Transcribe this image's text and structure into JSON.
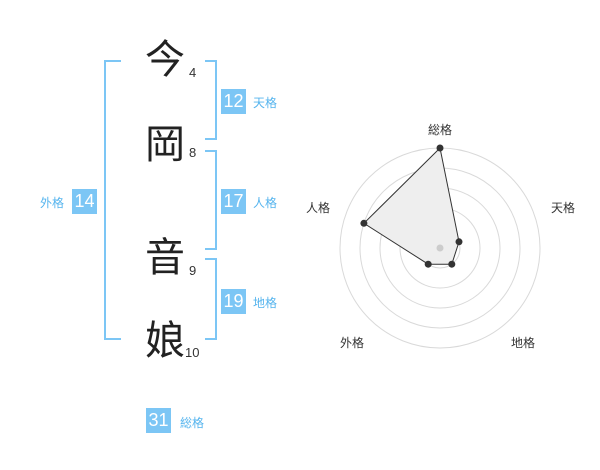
{
  "characters": [
    {
      "char": "今",
      "strokes": "4"
    },
    {
      "char": "岡",
      "strokes": "8"
    },
    {
      "char": "音",
      "strokes": "9"
    },
    {
      "char": "娘",
      "strokes": "10"
    }
  ],
  "fortune": {
    "ten": {
      "value": "12",
      "label": "天格"
    },
    "jin": {
      "value": "17",
      "label": "人格"
    },
    "chi": {
      "value": "19",
      "label": "地格"
    },
    "gai": {
      "value": "14",
      "label": "外格"
    },
    "so": {
      "value": "31",
      "label": "総格"
    }
  },
  "colors": {
    "accent": "#7cc6f5",
    "label": "#55b4ee",
    "grid": "#d9d9d9",
    "fill": "#eeeeee"
  },
  "chart_data": {
    "type": "radar",
    "axes": [
      "総格",
      "天格",
      "地格",
      "外格",
      "人格"
    ],
    "levels": 5,
    "values": [
      5,
      1,
      1,
      1,
      4
    ],
    "max": 5
  }
}
